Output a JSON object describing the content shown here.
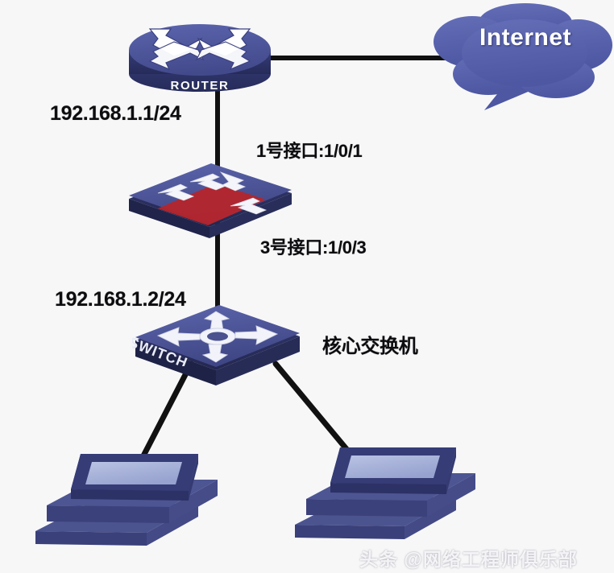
{
  "diagram": {
    "title": "Network topology diagram",
    "background_color": "#f7f7f8",
    "link_color": "#111111",
    "device_blue": "#4a5198",
    "device_blue_dark": "#2f3468",
    "device_blue_light": "#6670b4",
    "cloud_blue": "#5c66b0",
    "accent_red": "#b5252b"
  },
  "nodes": {
    "internet": {
      "label": "Internet",
      "icon": "cloud-icon"
    },
    "router": {
      "label": "ROUTER",
      "icon": "router-icon"
    },
    "layer3_switch": {
      "label": "",
      "icon": "layer3-switch-icon"
    },
    "core_switch": {
      "label": "SWITCH",
      "name_label": "核心交换机",
      "icon": "switch-icon"
    },
    "pc_left": {
      "label": "",
      "icon": "desktop-computer-icon"
    },
    "pc_right": {
      "label": "",
      "icon": "desktop-computer-icon"
    }
  },
  "labels": {
    "router_ip": "192.168.1.1/24",
    "interface_1": "1号接口:1/0/1",
    "interface_3": "3号接口:1/0/3",
    "switch_ip": "192.168.1.2/24",
    "core_switch_name": "核心交换机"
  },
  "watermark": {
    "text": "头条 @网络工程师俱乐部"
  }
}
